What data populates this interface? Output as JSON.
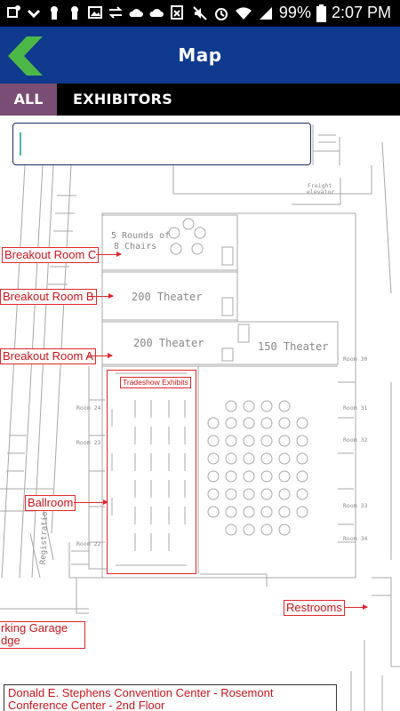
{
  "status_bar": {
    "battery": "99%",
    "time": "2:07 PM",
    "left_icons": [
      "notification-icon",
      "voicemail-icon",
      "keyhole-icon",
      "keyhole-icon",
      "image-icon",
      "transfer-icon",
      "cloud-icon",
      "cloud-icon",
      "message-icon"
    ],
    "right_icons": [
      "mute-icon",
      "alarm-icon",
      "wifi-icon",
      "signal-icon",
      "battery-icon"
    ]
  },
  "app_bar": {
    "title": "Map",
    "back_icon": "chevron-left-icon",
    "accent_color": "#4db848",
    "bar_color": "#0f3a8e"
  },
  "tabs": [
    {
      "label": "ALL",
      "selected": true
    },
    {
      "label": "EXHIBITORS",
      "selected": false
    }
  ],
  "search": {
    "value": "",
    "placeholder": ""
  },
  "map": {
    "labels": {
      "breakout_c": "Breakout Room C",
      "breakout_b": "Breakout Room B",
      "breakout_a": "Breakout Room A",
      "tradeshow": "Tradeshow Exhibits",
      "ballroom": "Ballroom",
      "restrooms": "Restrooms",
      "parking_line1": "rking Garage",
      "parking_line2": "dge"
    },
    "plan_text": {
      "rounds_line1": "5 Rounds of",
      "rounds_line2": "8 Chairs",
      "theater_b": "200 Theater",
      "theater_a": "200 Theater",
      "theater_150": "150 Theater",
      "freight_line1": "Freight",
      "freight_line2": "elevator",
      "registration": "Registration",
      "room_30": "Room 30",
      "room_31": "Room 31",
      "room_32": "Room 32",
      "room_33": "Room 33",
      "room_34": "Room 34",
      "room_24": "Room 24",
      "room_23": "Room 23",
      "room_22": "Room 22"
    },
    "footer": {
      "line1": "Donald E. Stephens Convention Center - Rosemont",
      "line2": "Conference Center - 2nd Floor"
    },
    "label_color": "#e0262b"
  }
}
